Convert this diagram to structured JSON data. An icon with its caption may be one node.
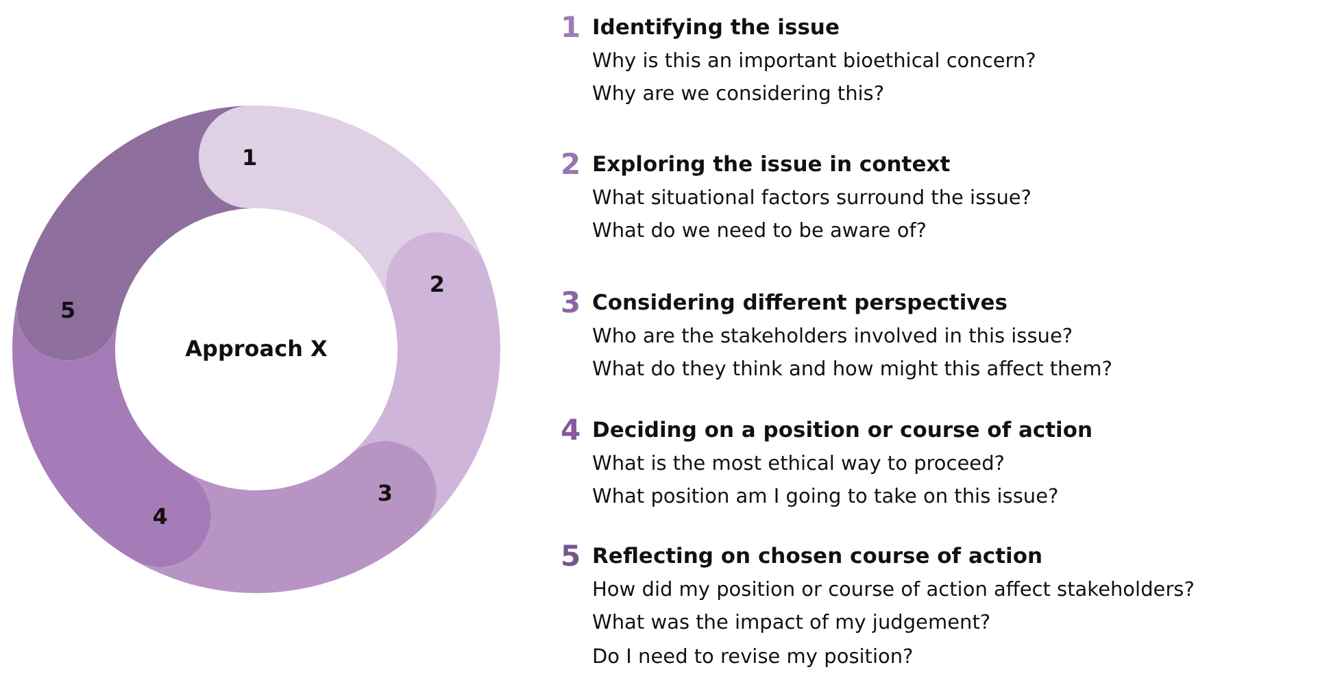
{
  "diagram": {
    "nodes": [
      {
        "text": [
          "1"
        ]
      },
      {
        "text": [
          "2"
        ]
      },
      {
        "text": [
          "3"
        ]
      },
      {
        "text": [
          "4"
        ]
      },
      {
        "text": [
          "5"
        ]
      }
    ],
    "labels": [
      "Approach X",
      "1",
      "Identifying the issue",
      "Why is this an important bioethical concern?",
      "Why are we considering this?",
      "2",
      "Exploring the issue in context",
      "What situational factors surround the issue?",
      "What do we need to be aware of?",
      "3",
      "Considering different perspectives",
      "Who are the stakeholders involved in this issue?",
      "What do they think and how might this affect them?",
      "4",
      "Deciding on a position or course of action",
      "What is the most ethical way to proceed?",
      "What position am I going to take on this issue?",
      "5",
      "Reflecting on chosen course of action",
      "How did my position or course of action affect stakeholders?",
      "What was the impact of my judgement?",
      "Do I need to revise my position?"
    ]
  }
}
